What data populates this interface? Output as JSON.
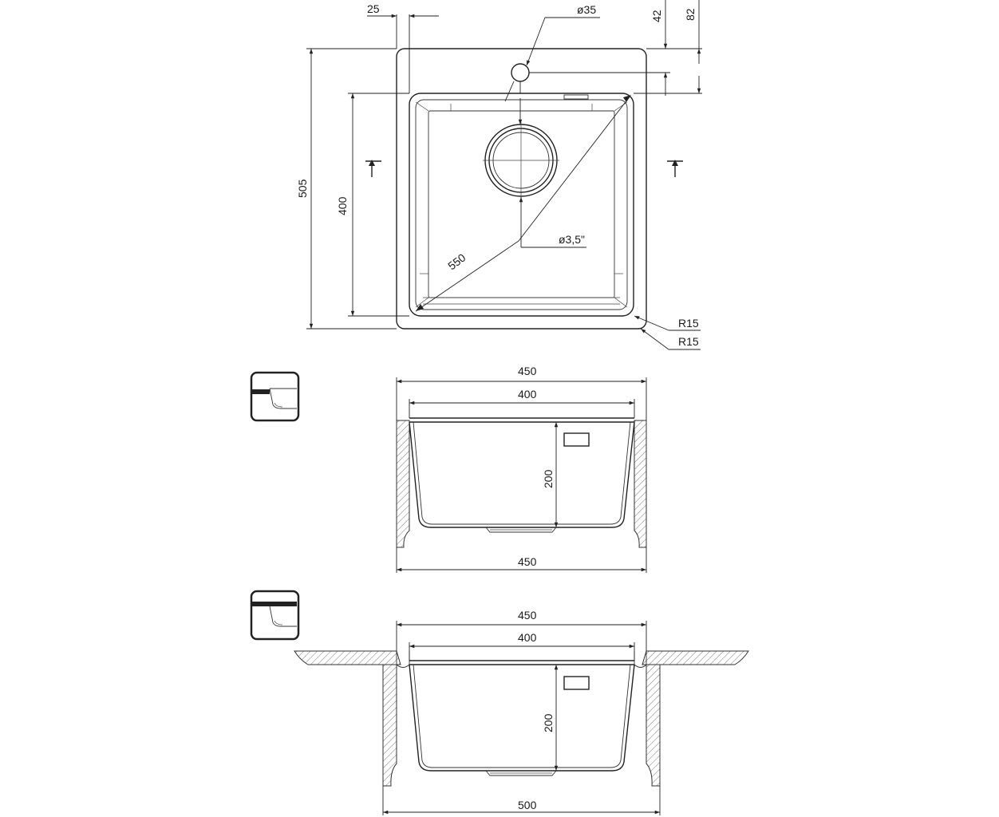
{
  "top_view": {
    "dim_flange": "25",
    "dim_tap_hole": "ø35",
    "dim_42": "42",
    "dim_82": "82",
    "dim_outer_height": "505",
    "dim_inner_height": "400",
    "dim_diagonal": "550",
    "dim_drain": "ø3,5\"",
    "dim_radius_outer": "R15",
    "dim_radius_inner": "R15"
  },
  "section_undermount": {
    "dim_top_outer": "450",
    "dim_top_inner": "400",
    "dim_depth": "200",
    "dim_bottom": "450"
  },
  "section_flush": {
    "dim_top_outer": "450",
    "dim_top_inner": "400",
    "dim_depth": "200",
    "dim_bottom": "500"
  }
}
